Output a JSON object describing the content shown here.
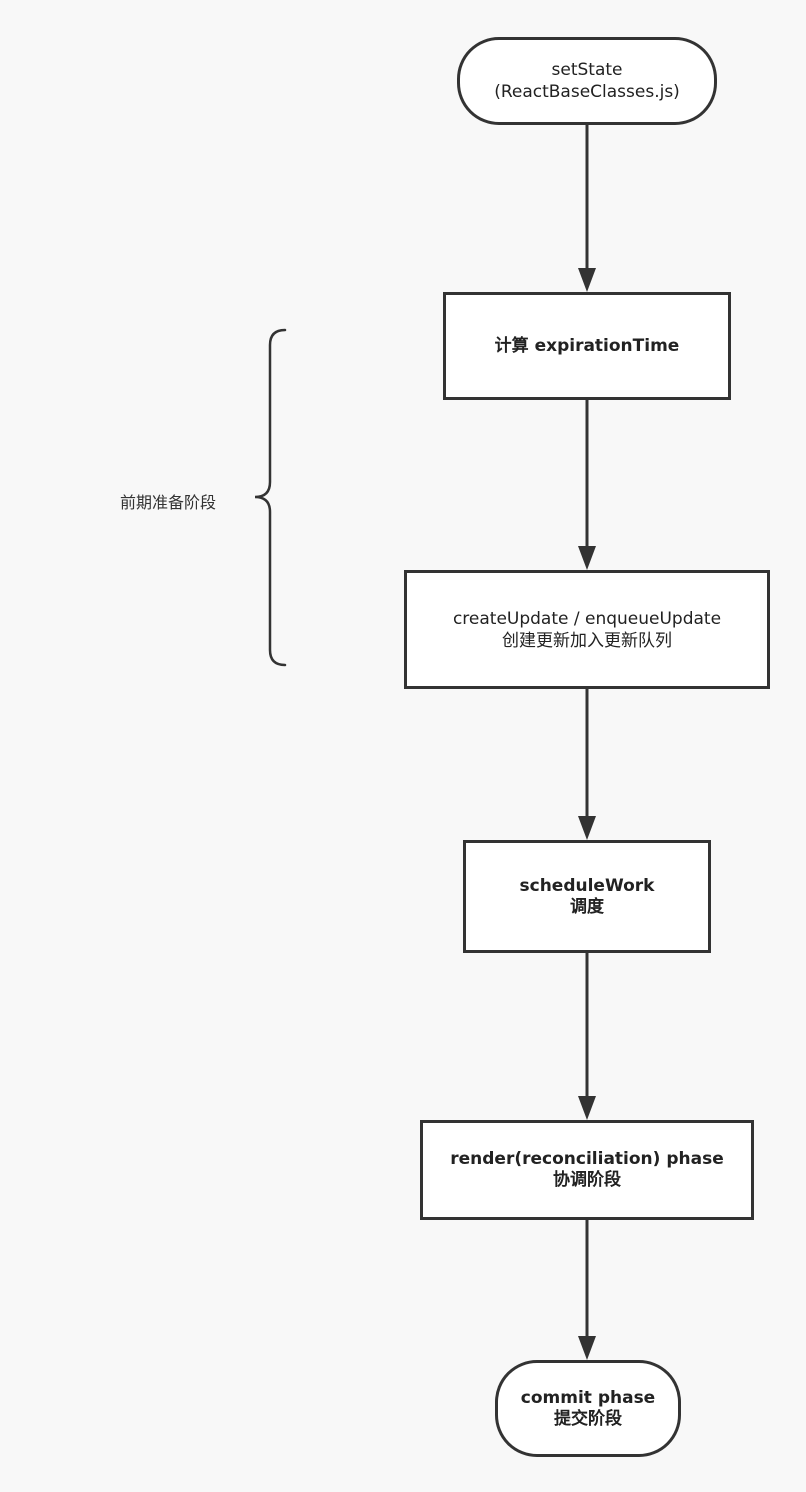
{
  "diagram": {
    "nodes": [
      {
        "id": "set-state",
        "lines": [
          "setState",
          "(ReactBaseClasses.js)"
        ]
      },
      {
        "id": "calc-expiration",
        "lines": [
          "计算 expirationTime"
        ]
      },
      {
        "id": "create-update",
        "lines": [
          "createUpdate / enqueueUpdate",
          "创建更新加入更新队列"
        ]
      },
      {
        "id": "schedule-work",
        "lines": [
          "scheduleWork",
          "调度"
        ]
      },
      {
        "id": "render-phase",
        "lines": [
          "render(reconciliation) phase",
          "协调阶段"
        ]
      },
      {
        "id": "commit-phase",
        "lines": [
          "commit phase",
          "提交阶段"
        ]
      }
    ],
    "edges": [
      [
        "set-state",
        "calc-expiration"
      ],
      [
        "calc-expiration",
        "create-update"
      ],
      [
        "create-update",
        "schedule-work"
      ],
      [
        "schedule-work",
        "render-phase"
      ],
      [
        "render-phase",
        "commit-phase"
      ]
    ],
    "group_label": "前期准备阶段",
    "colors": {
      "stroke": "#333333",
      "fill": "#ffffff",
      "background": "#f8f8f8"
    }
  }
}
